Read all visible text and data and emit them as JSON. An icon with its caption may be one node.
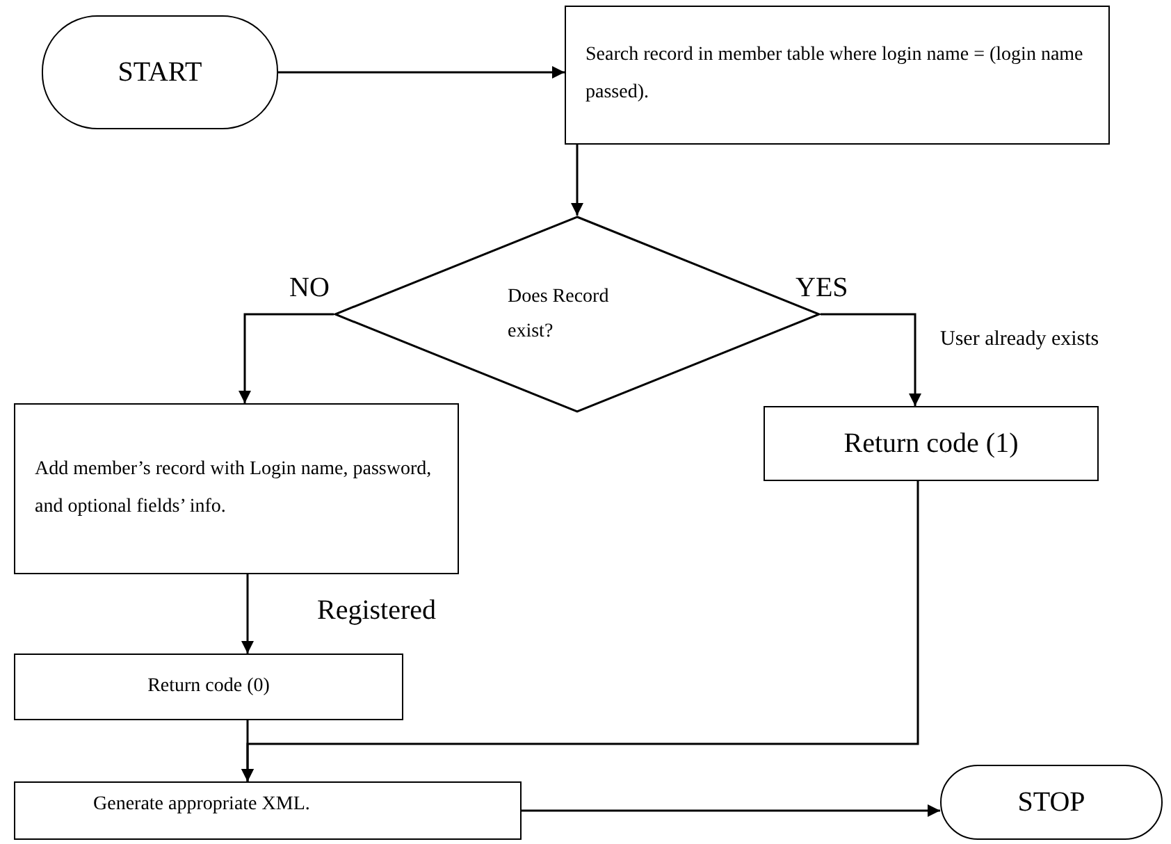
{
  "diagram": {
    "nodes": [
      {
        "text": [
          "START"
        ]
      },
      {
        "text": [
          "Search record in member table where login name = (login name passed)."
        ]
      },
      {
        "text": [
          "Does Record exist?"
        ]
      },
      {
        "text": [
          "Add member’s record with Login name, password, and optional fields’ info."
        ]
      },
      {
        "text": [
          "Return code (1)"
        ]
      },
      {
        "text": [
          "Return code (0)"
        ]
      },
      {
        "text": [
          "Generate appropriate XML."
        ]
      },
      {
        "text": [
          "STOP"
        ]
      }
    ],
    "edges": [
      {
        "from": 0,
        "to": 1,
        "arrow": "to"
      },
      {
        "from": 1,
        "to": 2,
        "arrow": "to"
      },
      {
        "from": 2,
        "to": 3,
        "arrow": "to",
        "label": "NO"
      },
      {
        "from": 2,
        "to": 4,
        "arrow": "to",
        "label": "YES"
      },
      {
        "from": 3,
        "to": 5,
        "arrow": "to",
        "label": "Registered"
      },
      {
        "from": 5,
        "to": 6,
        "arrow": "to"
      },
      {
        "from": 4,
        "to": 6,
        "arrow": "to"
      },
      {
        "from": 6,
        "to": 7,
        "arrow": "to"
      }
    ],
    "labels": [
      "User already exists"
    ]
  }
}
